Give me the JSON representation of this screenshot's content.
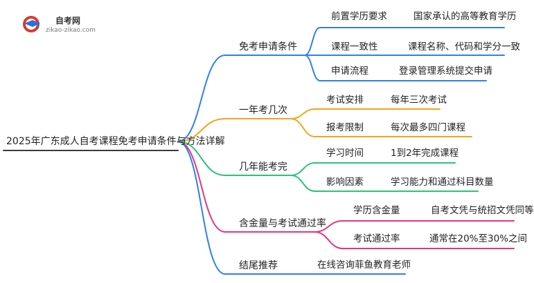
{
  "logo": {
    "brand": "自考网",
    "url": "zikao-zikao.com"
  },
  "root": "2025年广东成人自考课程免考申请条件与方法详解",
  "colors": {
    "blue": "#2f7fe8",
    "orange": "#f2a417",
    "green": "#2fc075",
    "pink": "#e8337e",
    "gray": "#3a3a3a"
  },
  "branches": [
    {
      "label": "免考申请条件",
      "color": "blue",
      "leaves": [
        {
          "label": "前置学历要求",
          "value": "国家承认的高等教育学历"
        },
        {
          "label": "课程一致性",
          "value": "课程名称、代码和学分一致"
        },
        {
          "label": "申请流程",
          "value": "登录管理系统提交申请"
        }
      ]
    },
    {
      "label": "一年考几次",
      "color": "orange",
      "leaves": [
        {
          "label": "考试安排",
          "value": "每年三次考试"
        },
        {
          "label": "报考限制",
          "value": "每次最多四门课程"
        }
      ]
    },
    {
      "label": "几年能考完",
      "color": "green",
      "leaves": [
        {
          "label": "学习时间",
          "value": "1到2年完成课程"
        },
        {
          "label": "影响因素",
          "value": "学习能力和通过科目数量"
        }
      ]
    },
    {
      "label": "含金量与考试通过率",
      "color": "pink",
      "leaves": [
        {
          "label": "学历含金量",
          "value": "自考文凭与统招文凭同等"
        },
        {
          "label": "考试通过率",
          "value": "通常在20%至30%之间"
        }
      ]
    },
    {
      "label": "结尾推荐",
      "color": "blue",
      "leaves": [
        {
          "label": "在线咨询菲鱼教育老师"
        }
      ]
    }
  ]
}
